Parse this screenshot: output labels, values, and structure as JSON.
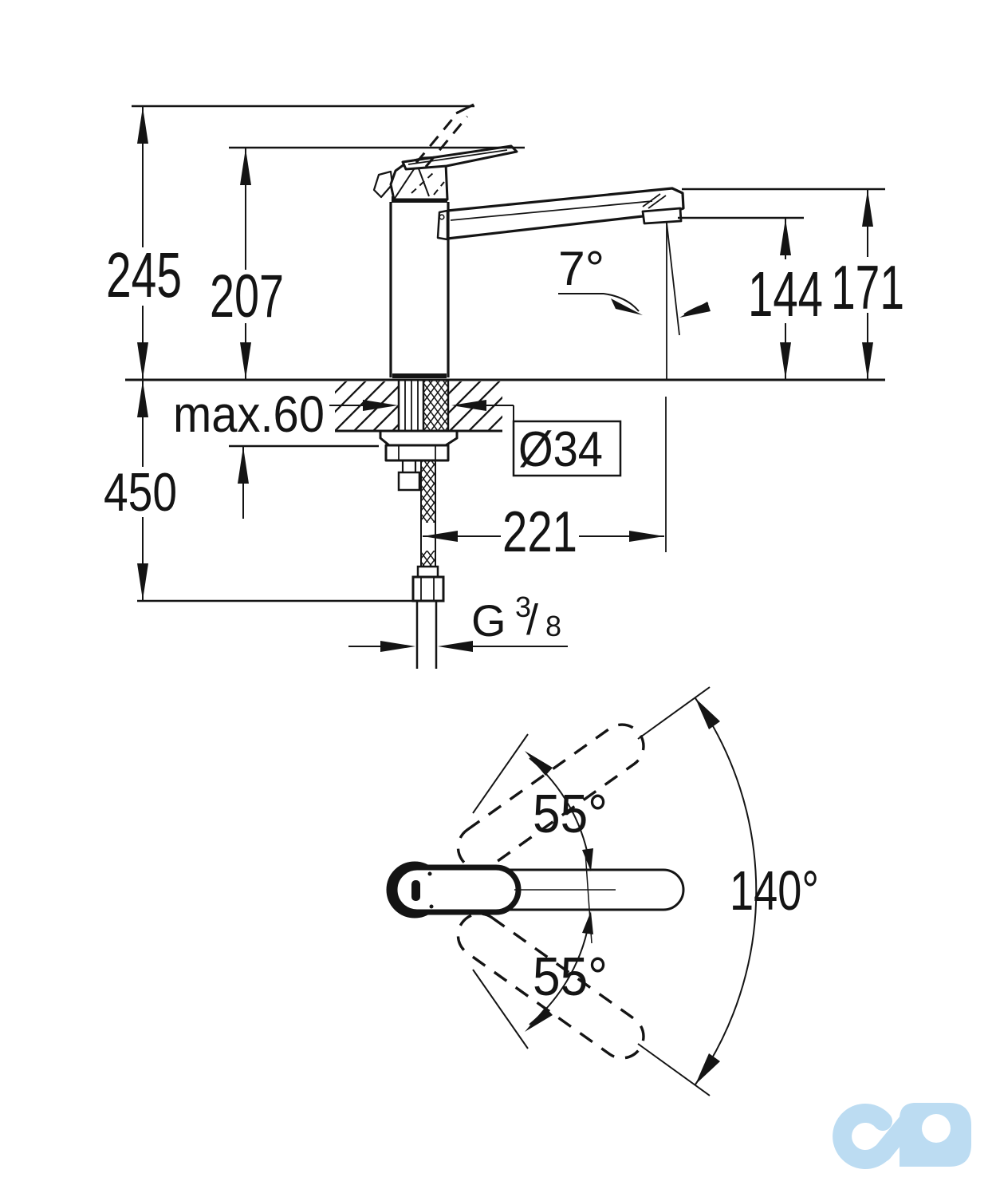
{
  "drawing": {
    "side_view": {
      "height_overall": "245",
      "height_to_lever": "207",
      "spout_angle": "7°",
      "outlet_height": "144",
      "spout_top_height": "171",
      "counter_thickness": "max.60",
      "hole_diameter": "Ø34",
      "hose_length": "450",
      "spout_projection": "221",
      "thread_letter": "G",
      "thread_numerator": "3",
      "thread_slash": "/",
      "thread_denominator": "8"
    },
    "top_view": {
      "swivel_upper": "55°",
      "swivel_total": "140°",
      "swivel_lower": "55°"
    },
    "colors": {
      "ink": "#141414",
      "watermark_blue": "#bcdcf2"
    }
  }
}
